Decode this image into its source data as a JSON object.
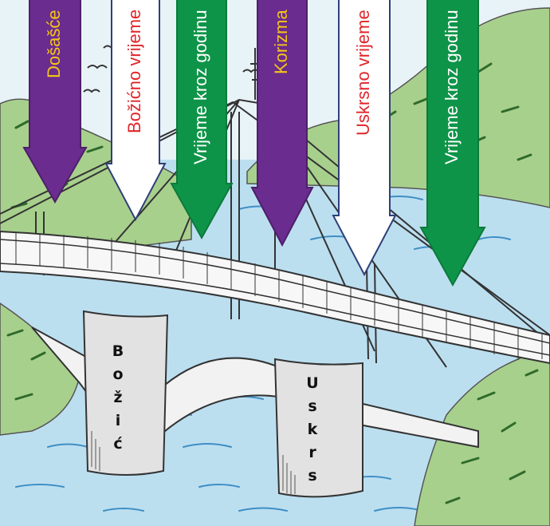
{
  "arrows": [
    {
      "id": "dosasce",
      "label": "Došašće",
      "fill": "#6a2c8e",
      "stroke": "#4d1f69",
      "text_color": "#f5c518"
    },
    {
      "id": "bozicno-vrijeme",
      "label": "Božićno vrijeme",
      "fill": "#ffffff",
      "stroke": "#2f3f78",
      "text_color": "#e0262b"
    },
    {
      "id": "vrijeme-kroz-godinu-1",
      "label": "Vrijeme kroz godinu",
      "fill": "#0e9448",
      "stroke": "#0b7a3b",
      "text_color": "#ffffff"
    },
    {
      "id": "korizma",
      "label": "Korizma",
      "fill": "#6a2c8e",
      "stroke": "#4d1f69",
      "text_color": "#f5c518"
    },
    {
      "id": "uskrsno-vrijeme",
      "label": "Uskrsno vrijeme",
      "fill": "#ffffff",
      "stroke": "#2f3f78",
      "text_color": "#e0262b"
    },
    {
      "id": "vrijeme-kroz-godinu-2",
      "label": "Vrijeme kroz godinu",
      "fill": "#0e9448",
      "stroke": "#0b7a3b",
      "text_color": "#ffffff"
    }
  ],
  "piers": [
    {
      "id": "bozic",
      "letters": [
        "B",
        "o",
        "ž",
        "i",
        "ć"
      ]
    },
    {
      "id": "uskrs",
      "letters": [
        "U",
        "s",
        "k",
        "r",
        "s"
      ]
    }
  ],
  "colors": {
    "water": "#a9d4ea",
    "water_light": "#cfe6f2",
    "sky": "#e8f3f8",
    "hill": "#a8d08d",
    "hill_dark": "#2f6b2a",
    "bridge": "#ffffff",
    "line": "#333333",
    "pier": "#e2e2e2"
  }
}
